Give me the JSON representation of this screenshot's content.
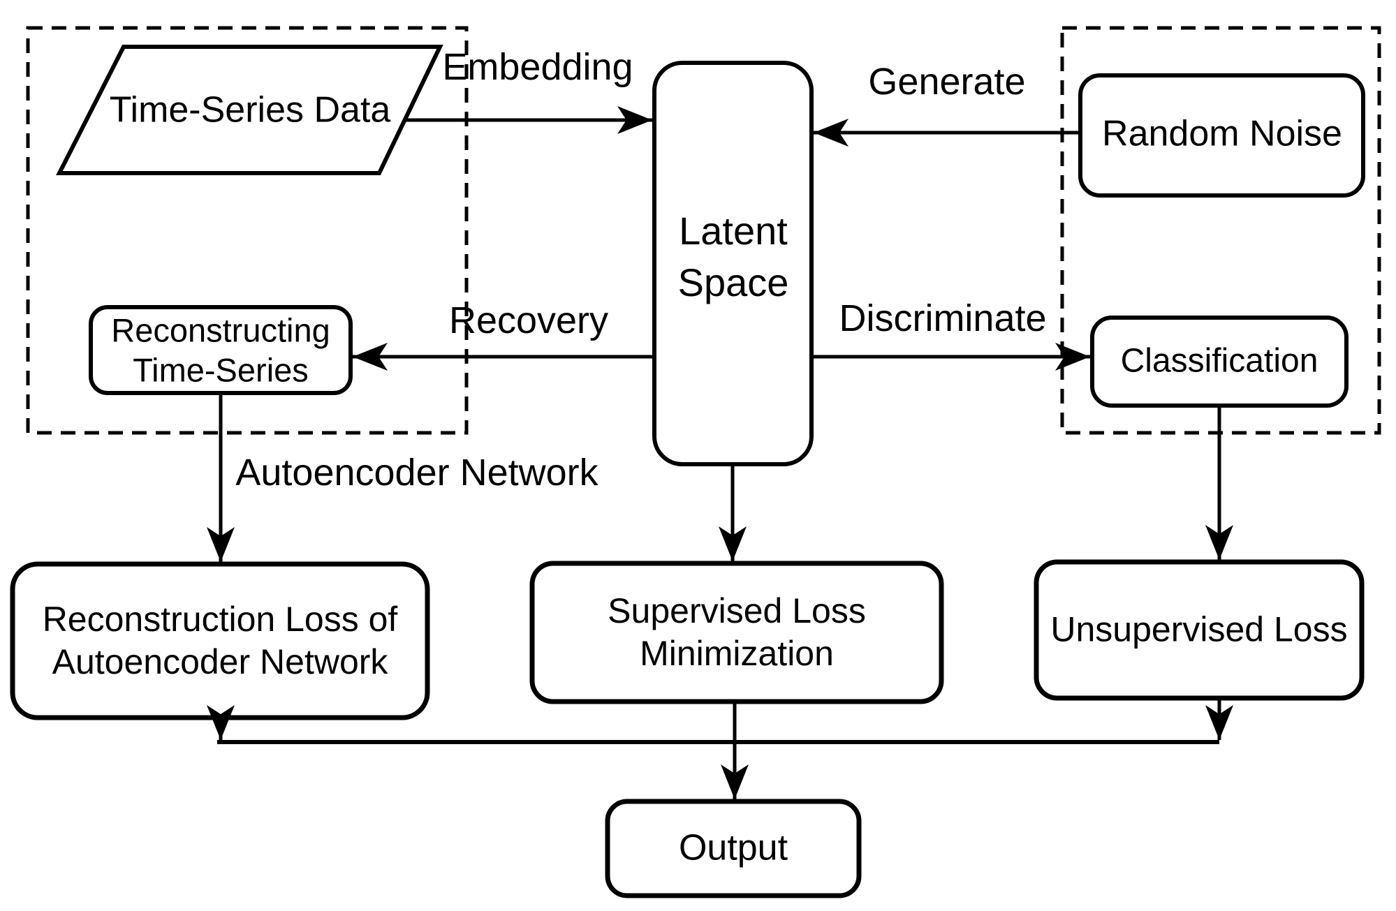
{
  "diagram": {
    "title_hint": "flowchart",
    "colors": {
      "stroke": "#000000",
      "background": "#ffffff"
    },
    "nodes": {
      "time_series_data": "Time-Series Data",
      "latent_space": "Latent Space",
      "random_noise": "Random Noise",
      "reconstructing_time_series": "Reconstructing Time-Series",
      "classification": "Classification",
      "reconstruction_loss": "Reconstruction Loss of Autoencoder Network",
      "supervised_loss": "Supervised Loss Minimization",
      "unsupervised_loss": "Unsupervised Loss",
      "output": "Output"
    },
    "edge_labels": {
      "embedding": "Embedding",
      "generate": "Generate",
      "recovery": "Recovery",
      "discriminate": "Discriminate",
      "autoencoder_network": "Autoencoder Network"
    }
  }
}
